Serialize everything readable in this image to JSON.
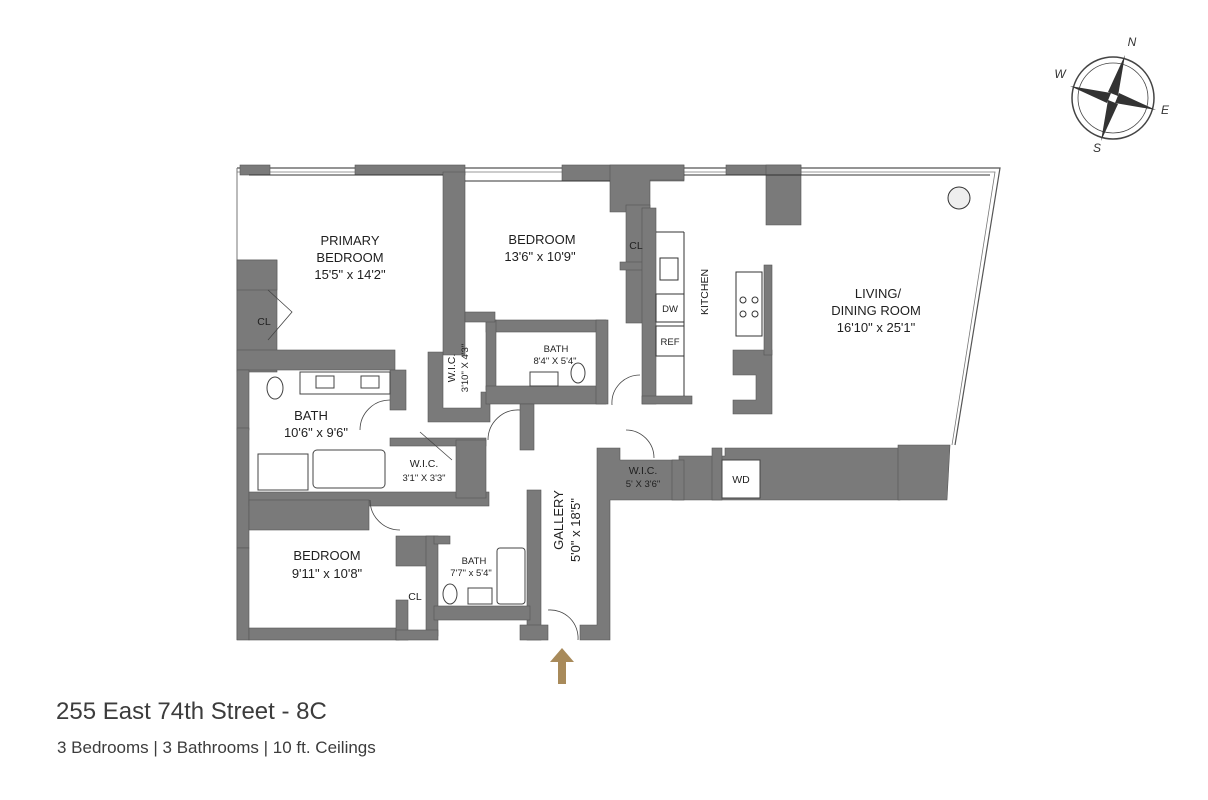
{
  "rooms": {
    "primary_bedroom": {
      "line1": "PRIMARY",
      "line2": "BEDROOM",
      "dim": "15'5\" x 14'2\""
    },
    "bedroom2": {
      "name": "BEDROOM",
      "dim": "13'6\" x 10'9\""
    },
    "bedroom3": {
      "name": "BEDROOM",
      "dim": "9'11\" x 10'8\""
    },
    "living": {
      "line1": "LIVING/",
      "line2": "DINING ROOM",
      "dim": "16'10\" x 25'1\""
    },
    "kitchen": {
      "name": "KITCHEN"
    },
    "gallery": {
      "name": "GALLERY",
      "dim": "5'0\" x 18'5\""
    },
    "bath_primary": {
      "name": "BATH",
      "dim": "10'6\" x 9'6\""
    },
    "bath2": {
      "name": "BATH",
      "dim": "8'4\" X 5'4\""
    },
    "bath3": {
      "name": "BATH",
      "dim": "7'7\" x 5'4\""
    },
    "wic1": {
      "name": "W.I.C.",
      "dim": "3'10\" X 4'3\""
    },
    "wic2": {
      "name": "W.I.C.",
      "dim": "3'1\" X 3'3\""
    },
    "wic3": {
      "name": "W.I.C.",
      "dim": "5' X 3'6\""
    },
    "cl1": {
      "name": "CL"
    },
    "cl2": {
      "name": "CL"
    },
    "cl3": {
      "name": "CL"
    },
    "dw": {
      "name": "DW"
    },
    "ref": {
      "name": "REF"
    },
    "wd": {
      "name": "WD"
    }
  },
  "compass": {
    "n": "N",
    "e": "E",
    "s": "S",
    "w": "W"
  },
  "listing": {
    "title": "255 East 74th Street - 8C",
    "subtitle": "3 Bedrooms | 3 Bathrooms | 10 ft. Ceilings"
  },
  "colors": {
    "wall": "#7a7a7a",
    "accent": "#a88a5a",
    "line": "#333333"
  }
}
